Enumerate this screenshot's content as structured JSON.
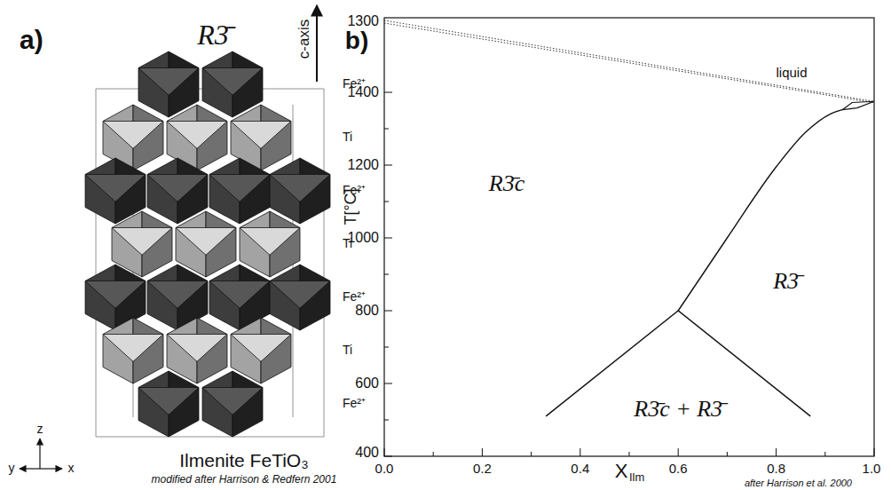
{
  "diagram": {
    "labels": [
      "a)",
      "R3̄",
      "c-axis",
      "Fe²⁺",
      "Ti",
      "Fe²⁺",
      "Ti",
      "Fe²⁺",
      "Ti",
      "Fe²⁺",
      "z",
      "y",
      "x",
      "Ilmenite FeTiO₃",
      "modified after Harrison & Redfern 2001",
      "b)",
      "1300",
      "1400",
      "1200",
      "1000",
      "800",
      "600",
      "400",
      "T[°C]",
      "0.0",
      "0.2",
      "0.4",
      "0.6",
      "0.8",
      "1.0",
      "X",
      "Ilm",
      "liquid",
      "R3̄c",
      "R3̄",
      "R3̄c + R3̄",
      "after Harrison et al. 2000"
    ]
  }
}
